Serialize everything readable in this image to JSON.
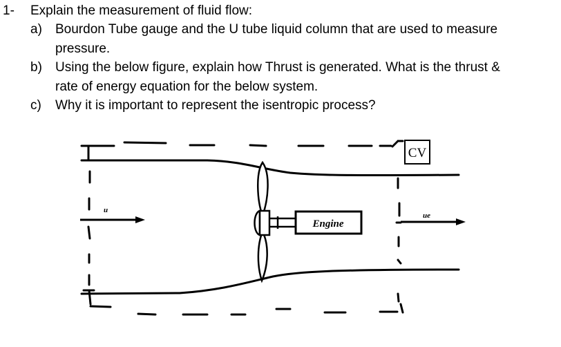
{
  "question": {
    "number": "1-",
    "title": "Explain the measurement of fluid flow:",
    "items": [
      {
        "letter": "a)",
        "lines": [
          "Bourdon Tube gauge and the U tube liquid column that are used to measure",
          "pressure."
        ]
      },
      {
        "letter": "b)",
        "lines": [
          "Using the below figure, explain how Thrust is generated. What is the thrust &",
          "rate of energy equation for the below system."
        ]
      },
      {
        "letter": "c)",
        "lines": [
          "Why it is important to represent the isentropic process?"
        ]
      }
    ]
  },
  "figure": {
    "cv_label": "CV",
    "engine_label": "Engine",
    "inlet_velocity_label": "u",
    "exit_velocity_label": "ue"
  }
}
